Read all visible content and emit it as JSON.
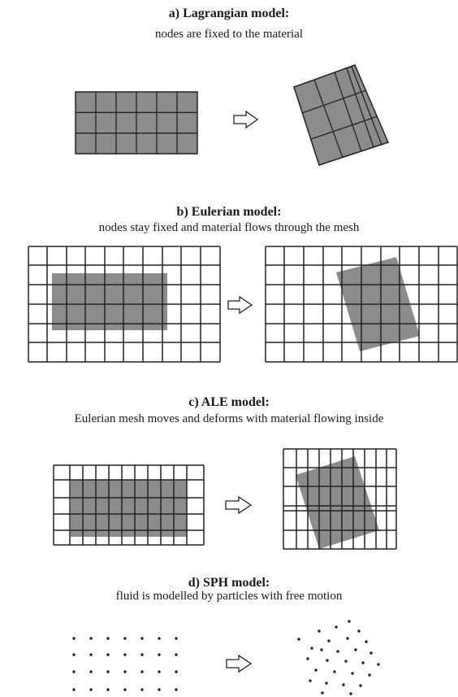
{
  "sections": [
    {
      "title": "a) Lagrangian model:",
      "subtitle": "nodes are fixed to the material"
    },
    {
      "title": "b) Eulerian model:",
      "subtitle": "nodes stay fixed and material flows through the mesh"
    },
    {
      "title": "c) ALE model:",
      "subtitle": "Eulerian mesh moves and deforms with material flowing inside"
    },
    {
      "title": "d) SPH model:",
      "subtitle": "fluid is modelled by particles with free motion"
    }
  ],
  "colors": {
    "material": "#8c8c8c",
    "line": "#222222",
    "background": "#ffffff"
  },
  "icons": [
    "arrow-icon"
  ]
}
